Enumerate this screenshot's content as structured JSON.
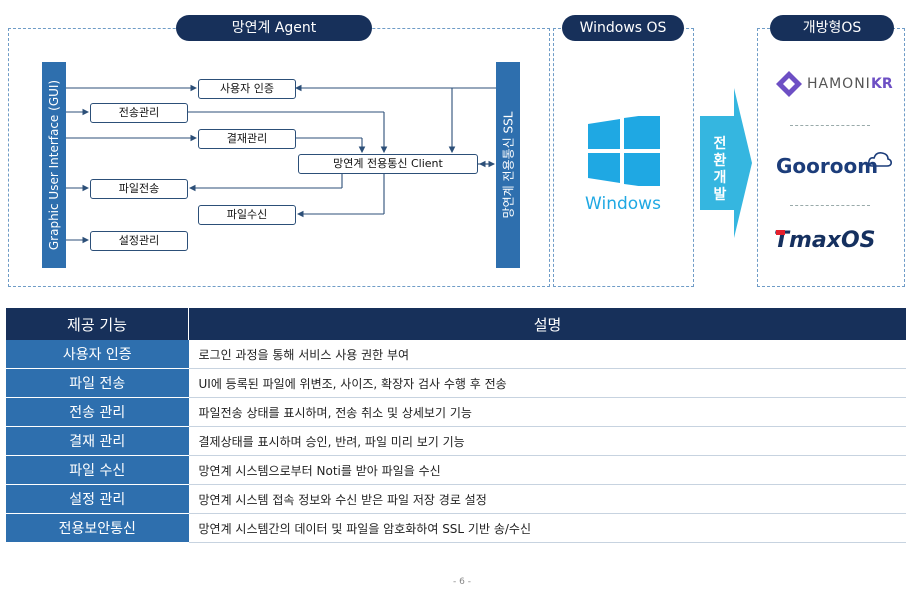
{
  "diagram": {
    "agent_title": "망연계 Agent",
    "windows_title": "Windows OS",
    "open_title": "개방형OS",
    "gui_bar": "Graphic User Interface (GUI)",
    "comm_bar": "망연계 전용통신 SSL",
    "nodes": {
      "user_auth": "사용자 인증",
      "transfer_mgmt": "전송관리",
      "approval_mgmt": "결재관리",
      "client": "망연계 전용통신 Client",
      "file_send": "파일전송",
      "file_recv": "파일수신",
      "settings_mgmt": "설정관리"
    },
    "windows_label": "Windows",
    "convert_label": [
      "전",
      "환",
      "개",
      "발"
    ],
    "logos": {
      "hamoni": "HAMONI",
      "hamoni_kr": "KR",
      "gooroom": "Gooroom",
      "tmax": "TmaxOS"
    },
    "colors": {
      "navy": "#17305a",
      "blue": "#2e6fae",
      "accent": "#35b6e0",
      "windows": "#1fa8e3"
    }
  },
  "table": {
    "headers": [
      "제공 기능",
      "설명"
    ],
    "rows": [
      {
        "feature": "사용자 인증",
        "desc": "로그인 과정을 통해 서비스 사용 권한 부여"
      },
      {
        "feature": "파일 전송",
        "desc": "UI에 등록된 파일에 위변조, 사이즈, 확장자 검사 수행 후 전송"
      },
      {
        "feature": "전송 관리",
        "desc": "파일전송 상태를 표시하며, 전송 취소 및 상세보기 기능"
      },
      {
        "feature": "결재 관리",
        "desc": "결제상태를 표시하며 승인, 반려, 파일 미리 보기 기능"
      },
      {
        "feature": "파일 수신",
        "desc": "망연계 시스템으로부터 Noti를 받아 파일을 수신"
      },
      {
        "feature": "설정 관리",
        "desc": "망연계 시스템 접속 정보와 수신 받은 파일 저장 경로 설정"
      },
      {
        "feature": "전용보안통신",
        "desc": "망연계 시스템간의 데이터 및 파일을 암호화하여 SSL 기반 송/수신"
      }
    ]
  },
  "page_number": "- 6 -"
}
